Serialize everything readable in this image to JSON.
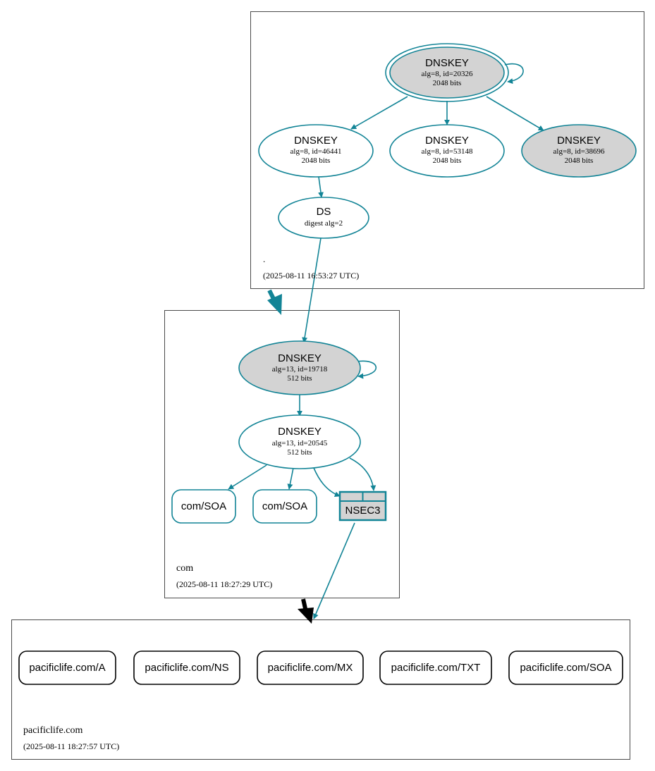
{
  "colors": {
    "edge": "#128496",
    "node_fill_gray": "#d3d3d3",
    "box_border": "#4a4a4a",
    "delegation_black": "#000000"
  },
  "zones": {
    "root": {
      "name": ".",
      "timestamp": "(2025-08-11 16:53:27 UTC)",
      "ksk": {
        "title": "DNSKEY",
        "detail": "alg=8, id=20326",
        "bits": "2048 bits"
      },
      "zsk1": {
        "title": "DNSKEY",
        "detail": "alg=8, id=46441",
        "bits": "2048 bits"
      },
      "zsk2": {
        "title": "DNSKEY",
        "detail": "alg=8, id=53148",
        "bits": "2048 bits"
      },
      "zsk3": {
        "title": "DNSKEY",
        "detail": "alg=8, id=38696",
        "bits": "2048 bits"
      },
      "ds": {
        "title": "DS",
        "detail": "digest alg=2"
      }
    },
    "com": {
      "name": "com",
      "timestamp": "(2025-08-11 18:27:29 UTC)",
      "ksk": {
        "title": "DNSKEY",
        "detail": "alg=13, id=19718",
        "bits": "512 bits"
      },
      "zsk": {
        "title": "DNSKEY",
        "detail": "alg=13, id=20545",
        "bits": "512 bits"
      },
      "soa1": "com/SOA",
      "soa2": "com/SOA",
      "nsec3": "NSEC3"
    },
    "pacificlife": {
      "name": "pacificlife.com",
      "timestamp": "(2025-08-11 18:27:57 UTC)",
      "records": [
        "pacificlife.com/A",
        "pacificlife.com/NS",
        "pacificlife.com/MX",
        "pacificlife.com/TXT",
        "pacificlife.com/SOA"
      ]
    }
  }
}
